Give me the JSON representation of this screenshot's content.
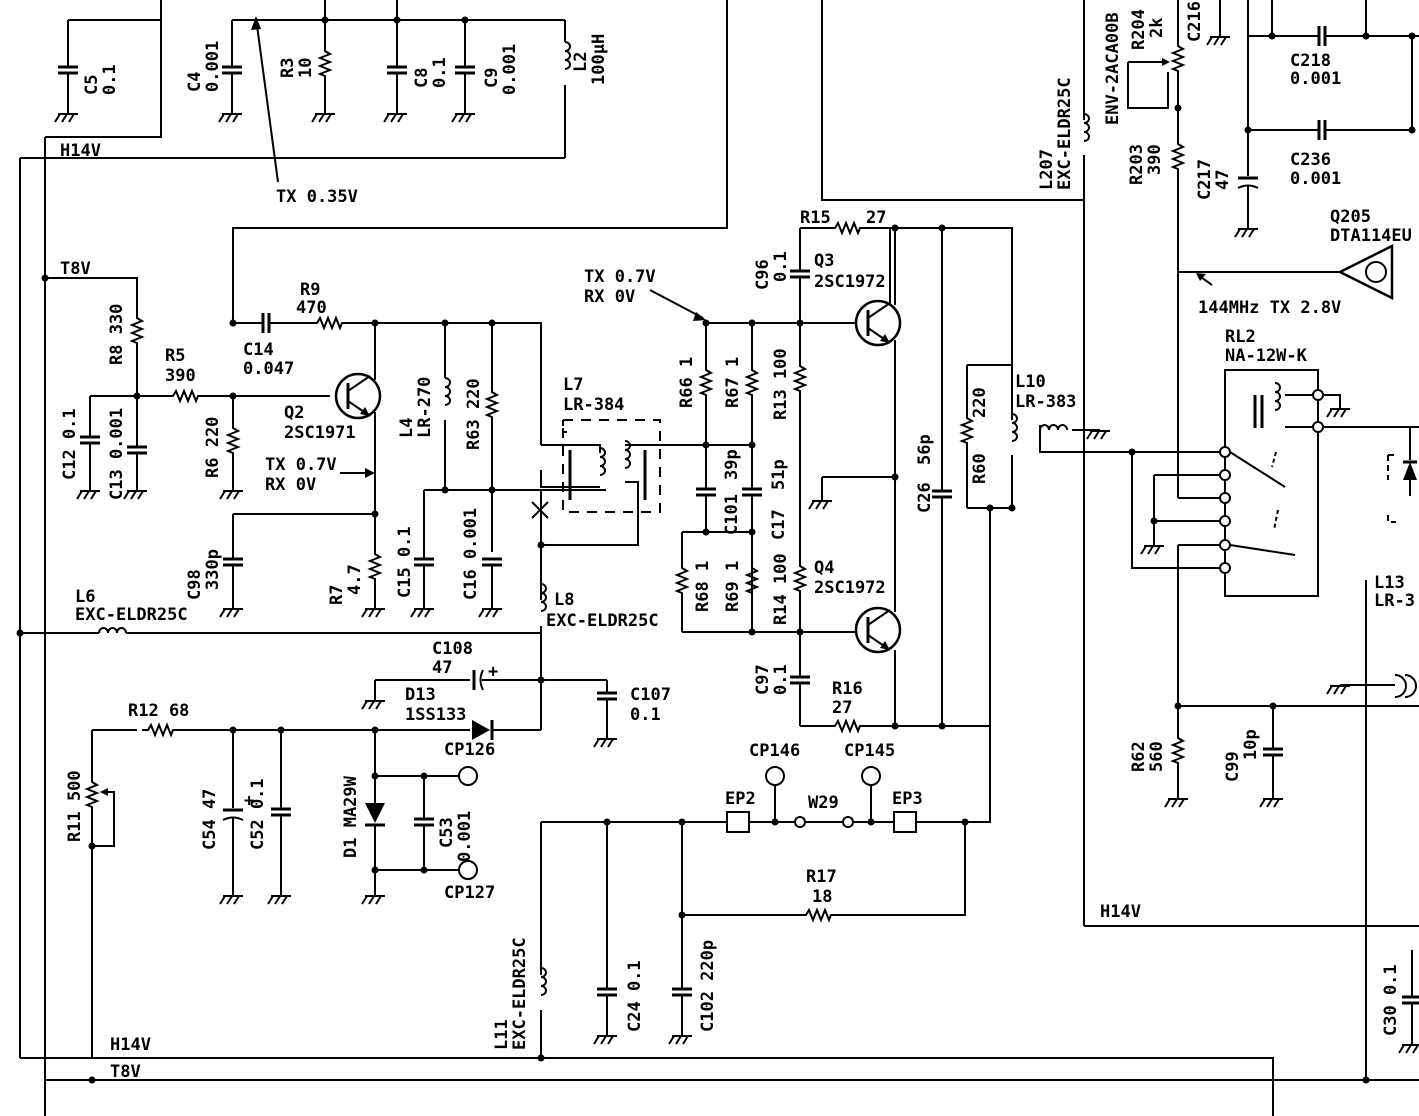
{
  "labels": {
    "c5": "C5",
    "c5v": "0.1",
    "c4": "C4",
    "c4v": "0.001",
    "r3": "R3",
    "r3v": "10",
    "c8": "C8",
    "c8v": "0.1",
    "c9": "C9",
    "c9v": "0.001",
    "l2": "L2",
    "l2v": "100µH",
    "h14v_top": "H14V",
    "tx035": "TX 0.35V",
    "t8v_left": "T8V",
    "r8": "R8 330",
    "r5": "R5",
    "r5v": "390",
    "r9": "R9",
    "r9v": "470",
    "c14": "C14",
    "c14v": "0.047",
    "c12": "C12 0.1",
    "c13": "C13 0.001",
    "r6": "R6 220",
    "q2": "Q2",
    "q2v": "2SC1971",
    "q2_tx": "TX 0.7V",
    "q2_rx": "RX 0V",
    "l4": "L4",
    "l4v": "LR-270",
    "r63": "R63 220",
    "c98": "C98",
    "c98v": "330p",
    "r7": "R7",
    "r7v": "4.7",
    "c15": "C15 0.1",
    "c16": "C16 0.001",
    "l6": "L6",
    "l6v": "EXC-ELDR25C",
    "l7": "L7",
    "l7v": "LR-384",
    "l8": "L8",
    "l8v": "EXC-ELDR25C",
    "q3_tx": "TX 0.7V",
    "q3_rx": "RX 0V",
    "r66": "R66 1",
    "r67": "R67 1",
    "r13": "R13 100",
    "r15": "R15",
    "r15v": "27",
    "c96": "C96",
    "c96v": "0.1",
    "q3": "Q3",
    "q3v": "2SC1972",
    "c101": "C101",
    "c101v": "39p",
    "c17": "C17",
    "c17v": "51p",
    "c26": "C26",
    "c26v": "56p",
    "r60": "R60",
    "r60v": "220",
    "l10": "L10",
    "l10v": "LR-383",
    "r68": "R68 1",
    "r69": "R69 1",
    "r14": "R14 100",
    "q4": "Q4",
    "q4v": "2SC1972",
    "c97": "C97",
    "c97v": "0.1",
    "r16": "R16",
    "r16v": "27",
    "c108": "C108",
    "c108v": "47",
    "c107": "C107",
    "c107v": "0.1",
    "d13": "D13",
    "d13v": "1SS133",
    "cp126": "CP126",
    "r12": "R12 68",
    "r11": "R11 500",
    "c54": "C54 47",
    "c52": "C52 0.1",
    "d1": "D1 MA29W",
    "c53": "C53",
    "c53v": "0.001",
    "cp127": "CP127",
    "cp146": "CP146",
    "cp145": "CP145",
    "ep2": "EP2",
    "w29": "W29",
    "ep3": "EP3",
    "r17": "R17",
    "r17v": "18",
    "l11": "L11",
    "l11v": "EXC-ELDR25C",
    "c24": "C24 0.1",
    "c102": "C102 220p",
    "h14v_bottom": "H14V",
    "t8v_bottom": "T8V",
    "l207": "L207",
    "l207v": "EXC-ELDR25C",
    "env": "ENV-2ACA00B",
    "r204": "R204",
    "r204v": "2k",
    "c216": "C216",
    "c218": "C218",
    "c218v": "0.001",
    "r203": "R203",
    "r203v": "390",
    "c217": "C217",
    "c217v": "47",
    "c236": "C236",
    "c236v": "0.001",
    "q205": "Q205",
    "q205v": "DTA114EU",
    "tx144": "144MHz TX 2.8V",
    "rl2": "RL2",
    "rl2v": "NA-12W-K",
    "l13": "L13",
    "l13v": "LR-3",
    "r62": "R62",
    "r62v": "560",
    "c99": "C99",
    "c99v": "10p",
    "h14v_right": "H14V",
    "c30": "C30 0.1"
  }
}
